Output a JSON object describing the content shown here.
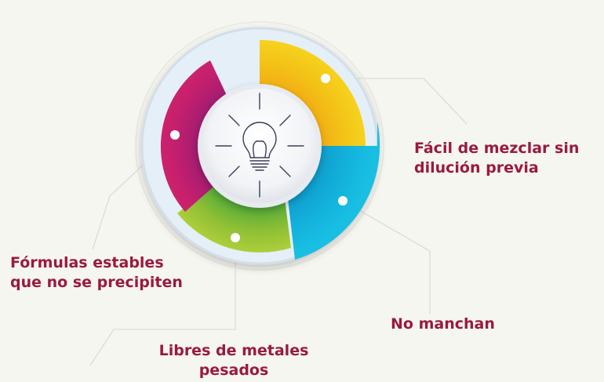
{
  "diagram": {
    "center_icon": "lightbulb-icon",
    "segments": [
      {
        "id": "mezclar",
        "label_line1": "Fácil de mezclar sin",
        "label_line2": "dilución previa",
        "color": "#f2c81a"
      },
      {
        "id": "manchan",
        "label_line1": "No manchan",
        "label_line2": "",
        "color": "#11b1da"
      },
      {
        "id": "metales",
        "label_line1": "Libres de metales",
        "label_line2": "pesados",
        "color": "#9bc43a"
      },
      {
        "id": "formulas",
        "label_line1": "Fórmulas estables",
        "label_line2": "que no se precipiten",
        "color": "#c4206d"
      }
    ],
    "colors": {
      "label_text": "#9a1a3c",
      "outer_ring": "#e5eff8",
      "connector": "#dcdcd6"
    }
  }
}
